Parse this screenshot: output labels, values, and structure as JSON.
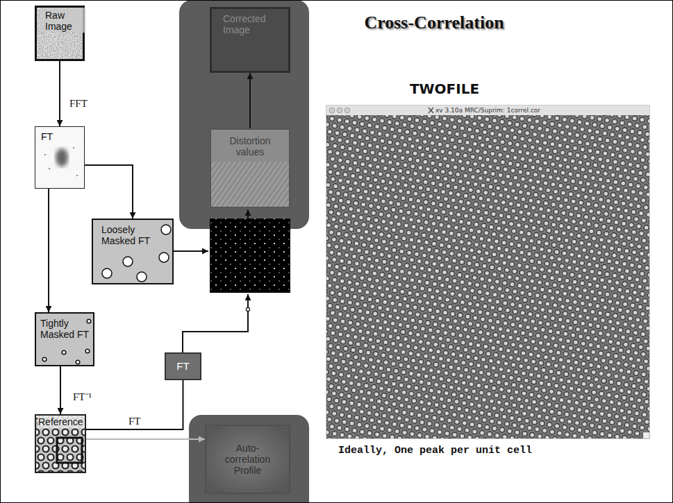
{
  "diagram": {
    "title": "Cross-Correlation",
    "nodes": [
      {
        "text": [
          "Raw Image"
        ]
      },
      {
        "text": [
          "Corrected Image"
        ]
      },
      {
        "text": [
          "FT"
        ]
      },
      {
        "text": [
          "Distortion values"
        ]
      },
      {
        "text": [
          "Loosely Masked FT"
        ]
      },
      {
        "text": [
          "Tightly Masked FT"
        ]
      },
      {
        "text": [
          "FT"
        ]
      },
      {
        "text": [
          "Reference"
        ]
      },
      {
        "text": [
          "Auto- correlation Profile"
        ]
      }
    ],
    "edges": [
      {
        "from": 0,
        "to": 2,
        "label": "FFT",
        "arrow": "to"
      },
      {
        "from": 2,
        "to": 4,
        "arrow": "to"
      },
      {
        "from": 2,
        "to": 5,
        "arrow": "to"
      },
      {
        "from": 5,
        "to": 7,
        "label": "FT⁻¹",
        "arrow": "to"
      },
      {
        "from": 7,
        "to": 6,
        "label": "FT",
        "arrow": "none"
      },
      {
        "from": 7,
        "to": 8,
        "arrow": "to"
      },
      {
        "from": 3,
        "to": 1,
        "arrow": "to"
      }
    ],
    "labels": [
      "TWOFILE",
      "xv 3.10a MRC/Suprim: 1correl.cor",
      "Ideally, One peak per unit cell"
    ]
  }
}
